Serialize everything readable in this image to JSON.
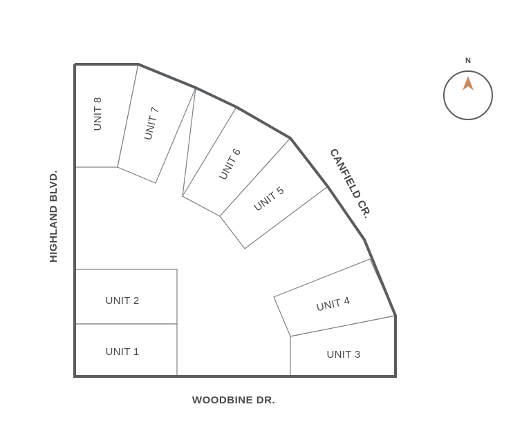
{
  "streets": {
    "west": "HIGHLAND BLVD.",
    "south": "WOODBINE DR.",
    "northeast": "CANFIELD CR."
  },
  "units": {
    "u1": "UNIT 1",
    "u2": "UNIT 2",
    "u3": "UNIT 3",
    "u4": "UNIT 4",
    "u5": "UNIT 5",
    "u6": "UNIT 6",
    "u7": "UNIT 7",
    "u8": "UNIT 8"
  },
  "compass": {
    "north_label": "N",
    "arrow_color": "#c98a62"
  },
  "colors": {
    "boundary": "#5a5d60",
    "text": "#46494c"
  }
}
